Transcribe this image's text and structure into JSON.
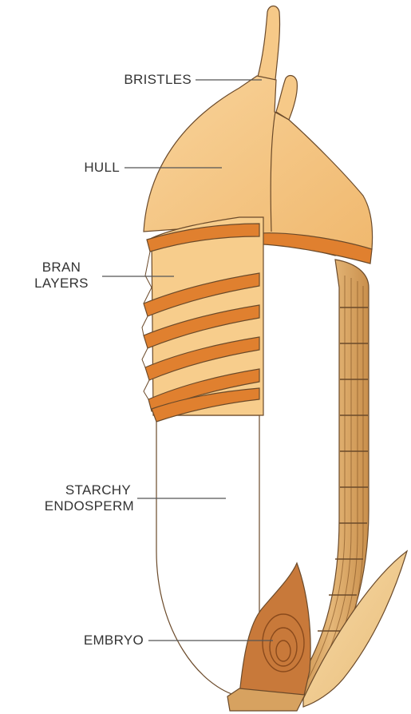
{
  "labels": {
    "bristles": "BRISTLES",
    "hull": "HULL",
    "bran_line1": "BRAN",
    "bran_line2": "LAYERS",
    "starchy_line1": "STARCHY",
    "starchy_line2": "ENDOSPERM",
    "embryo": "EMBRYO"
  },
  "colors": {
    "hull": "#f6c988",
    "hull_dark": "#e9a85a",
    "bran_band": "#e0802f",
    "bran_layer": "#f7cd8c",
    "husk_strip": "#d7a260",
    "embryo": "#c8793a",
    "embryo_dark": "#8a4a1c",
    "outline": "#6b4a2a",
    "leader": "#555555"
  }
}
